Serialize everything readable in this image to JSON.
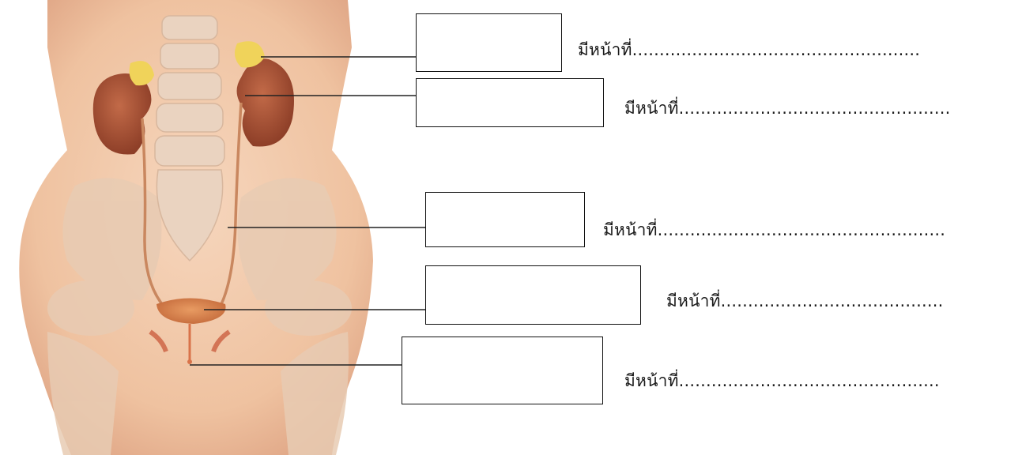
{
  "labels": [
    {
      "prompt": "มีหน้าที่.....................................................",
      "target": "adrenal gland"
    },
    {
      "prompt": "มีหน้าที่..................................................",
      "target": "kidney"
    },
    {
      "prompt": "มีหน้าที่.....................................................",
      "target": "ureter"
    },
    {
      "prompt": "มีหน้าที่.........................................",
      "target": "urinary bladder"
    },
    {
      "prompt": "มีหน้าที่................................................",
      "target": "urethra"
    }
  ],
  "colors": {
    "skin": "#f3c9a9",
    "skin_shadow": "#e2ab88",
    "kidney": "#b05a3c",
    "adrenal": "#f0d35a",
    "bladder": "#d98a55",
    "bone": "#e9cdb6",
    "leader_line": "#222222"
  }
}
